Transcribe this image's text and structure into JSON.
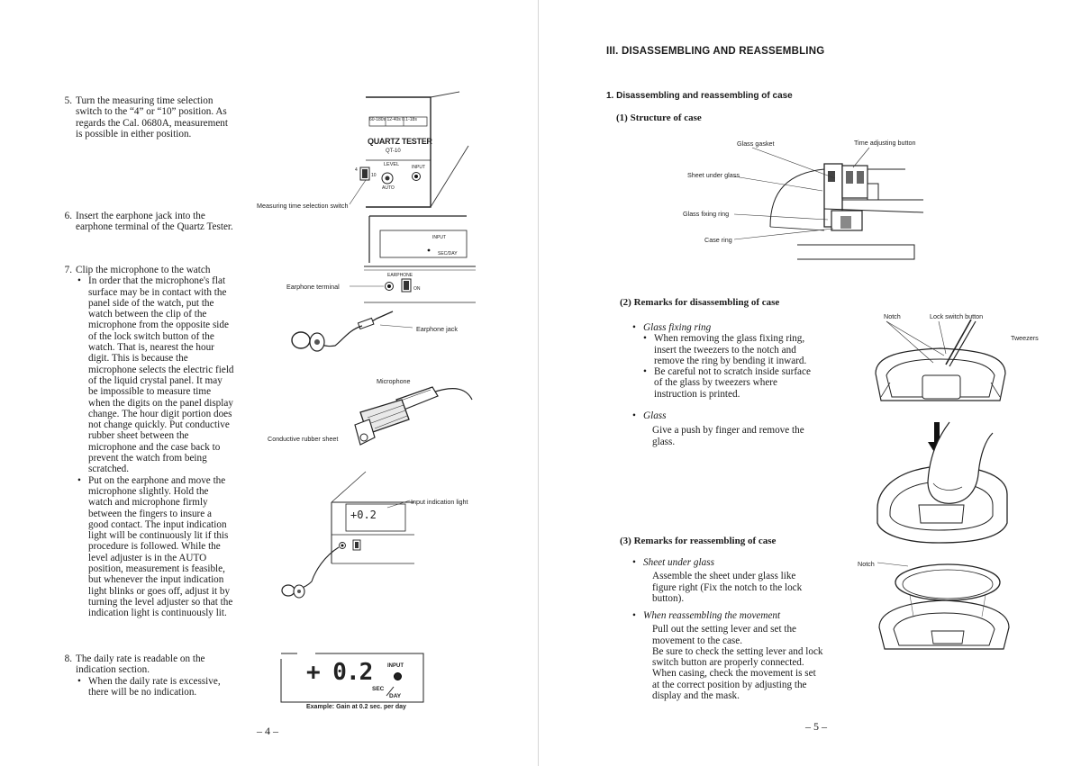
{
  "left_page": {
    "step5": {
      "num": "5.",
      "text": "Turn the measuring time selection switch to the “4” or “10” position. As regards the Cal. 0680A, measurement is possible in either position."
    },
    "step6": {
      "num": "6.",
      "text": "Insert the earphone jack into the earphone terminal of the Quartz Tester."
    },
    "step7": {
      "num": "7.",
      "text": "Clip the microphone to the watch",
      "bullets": [
        "In order that the microphone's flat surface may be in contact with the panel side of the watch, put the watch between the clip of the microphone from the opposite side of the lock switch button of the watch. That is, nearest the hour digit. This is because the microphone selects the electric field of the liquid crystal panel. It may be impossible to measure time when the digits on the panel display change. The hour digit portion does not change quickly. Put conductive rubber sheet between the microphone and the case back to prevent the watch from being scratched.",
        "Put on the earphone and move the microphone slightly. Hold the watch and microphone firmly between the fingers to insure a good contact. The input indication light will be continuously lit if this procedure is followed. While the level adjuster is in the AUTO position, measurement is feasible, but whenever the input indication light blinks or goes off, adjust it by turning the level adjuster so that the indication light is continuously lit."
      ]
    },
    "step8": {
      "num": "8.",
      "text": "The daily rate is readable on the indication section.",
      "bullets": [
        "When the daily rate is excessive, there will be no indication."
      ]
    },
    "figures": {
      "tester_name": "QUARTZ TESTER",
      "tester_model": "QT-10",
      "tester_ranges": "60-180s 12-40s 0.1-18s",
      "knob_level": "LEVEL",
      "knob_input": "INPUT",
      "knob_auto": "AUTO",
      "switch_4": "4",
      "switch_10": "10",
      "measuring_switch_label": "Measuring time selection switch",
      "earphone_terminal_label": "Earphone terminal",
      "panel_earphone": "EARPHONE",
      "panel_on": "ON",
      "panel_input": "INPUT",
      "panel_secday": "SEC/DAY",
      "earphone_jack_label": "Earphone jack",
      "microphone_label": "Microphone",
      "rubber_sheet_label": "Conductive rubber sheet",
      "input_light_label": "Input indication light",
      "small_display": "+0.2",
      "display_value": "+ 0.2",
      "display_input": "INPUT",
      "display_sec": "SEC",
      "display_day": "DAY",
      "example_caption": "Example: Gain at 0.2 sec. per day"
    },
    "page_number": "– 4 –"
  },
  "right_page": {
    "section_title": "III. DISASSEMBLING AND REASSEMBLING",
    "sub1": "1.  Disassembling and reassembling of case",
    "s1": "(1)  Structure of case",
    "structure_labels": {
      "glass_gasket": "Glass gasket",
      "time_button": "Time adjusting button",
      "sheet_under_glass": "Sheet under glass",
      "glass_fixing_ring": "Glass fixing ring",
      "case_ring": "Case ring"
    },
    "s2": "(2)  Remarks for disassembling of case",
    "glass_fixing_ring": {
      "title": "Glass fixing ring",
      "bullets": [
        "When removing the glass fixing ring, insert the tweezers to the notch and remove the ring by bending it inward.",
        "Be careful not to scratch inside surface of the glass by tweezers where instruction is printed."
      ]
    },
    "glass": {
      "title": "Glass",
      "text": "Give a push by finger and remove the glass."
    },
    "remove_labels": {
      "notch": "Notch",
      "lock_button": "Lock switch button",
      "tweezers": "Tweezers"
    },
    "s3": "(3)  Remarks for reassembling of case",
    "sheet_under_glass": {
      "title": "Sheet under glass",
      "text": "Assemble the sheet under glass like figure right (Fix the notch to the lock button)."
    },
    "movement": {
      "title": "When reassembling the movement",
      "text1": "Pull out the setting lever and set the movement to the case.",
      "text2": "Be sure to check the setting lever and lock switch button are properly connected.",
      "text3": "When casing, check the movement is set at the correct position by adjusting the display and the mask."
    },
    "notch2": "Notch",
    "page_number": "– 5 –"
  }
}
